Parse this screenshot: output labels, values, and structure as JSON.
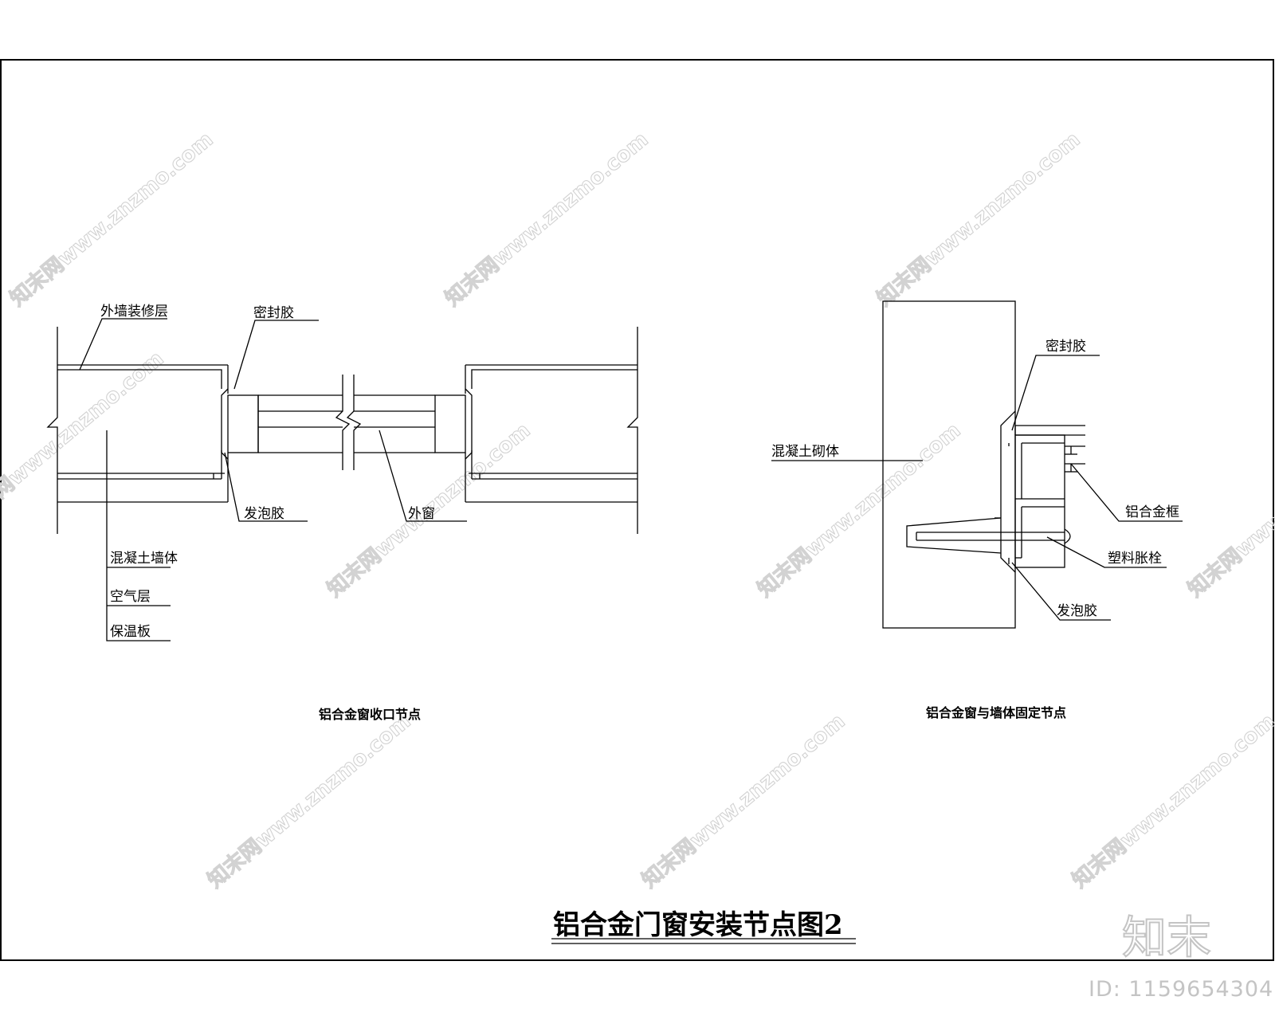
{
  "drawing_title": "铝合金门窗安装节点图2",
  "left_detail": {
    "caption": "铝合金窗收口节点",
    "labels": {
      "exterior_finish": "外墙装修层",
      "sealant": "密封胶",
      "foam": "发泡胶",
      "outer_window": "外窗",
      "concrete_wall": "混凝土墙体",
      "air_layer": "空气层",
      "insulation_board": "保温板"
    }
  },
  "right_detail": {
    "caption": "铝合金窗与墙体固定节点",
    "labels": {
      "concrete_masonry": "混凝土砌体",
      "sealant": "密封胶",
      "aluminum_frame": "铝合金框",
      "plastic_anchor": "塑料胀栓",
      "foam": "发泡胶"
    }
  },
  "watermark": {
    "text": "知末网www.znzmo.com",
    "logo": "知末",
    "id_text": "ID: 1159654304"
  }
}
